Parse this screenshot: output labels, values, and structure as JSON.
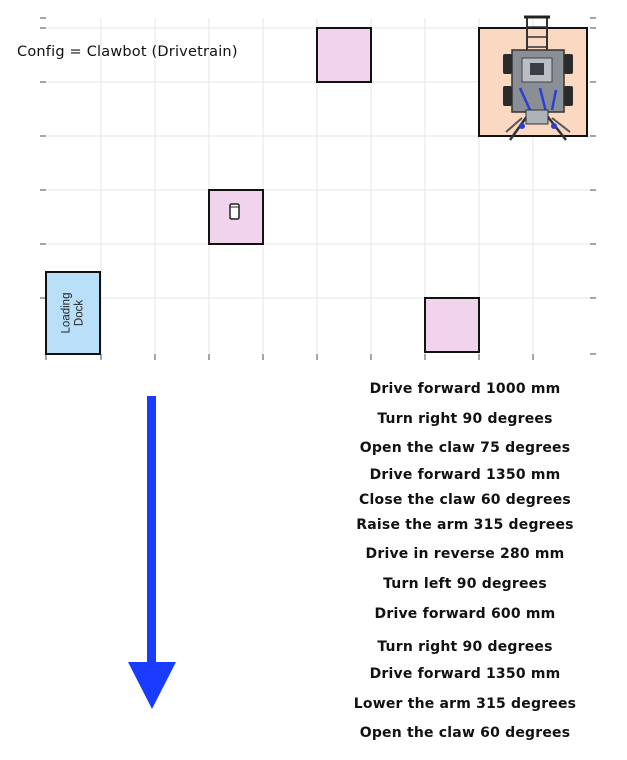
{
  "config_label": "Config = Clawbot (Drivetrain)",
  "loading_dock_label": "Loading\nDock",
  "steps": [
    "Drive forward 1000 mm",
    "Turn right 90 degrees",
    "Open the claw 75 degrees",
    "Drive forward 1350 mm",
    "Close the claw 60 degrees",
    "Raise the arm 315 degrees",
    "Drive in reverse 280 mm",
    "Turn left 90 degrees",
    "Drive forward 600 mm",
    "Turn right 90 degrees",
    "Drive forward 1350 mm",
    "Lower the arm 315 degrees",
    "Open the claw 60 degrees"
  ],
  "colors": {
    "target_tile": "#f0d4ec",
    "start_tile": "#fbd8c2",
    "loading_dock": "#b9dff9",
    "arrow": "#1a3cff",
    "grid": "#e6e6e6"
  },
  "icons": {
    "robot": "clawbot-robot-icon",
    "cup": "cup-icon",
    "arrow": "down-arrow-icon"
  }
}
